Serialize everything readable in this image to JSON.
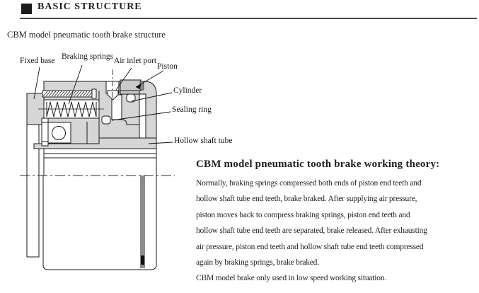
{
  "header": {
    "title": "BASIC STRUCTURE"
  },
  "subtitle": "CBM model pneumatic tooth brake structure",
  "diagram": {
    "labels": {
      "fixed_base": "Fixed base",
      "braking_springs": "Braking springs",
      "air_inlet_port": "Air inlet port",
      "piston": "Piston",
      "cylinder": "Cylinder",
      "sealing_ring": "Sealing ring",
      "hollow_shaft_tube": "Hollow shaft tube"
    },
    "colors": {
      "body_gray": "#d6d6d6",
      "dark_gray": "#8c8c8c",
      "outline": "#1a1a1a"
    }
  },
  "theory": {
    "heading": "CBM model pneumatic tooth brake working theory:",
    "lines": [
      "Normally, braking springs compressed both ends of piston end teeth and",
      "hollow shaft tube end teeth, brake braked. After supplying air pressure,",
      "piston moves back to compress braking springs, piston end teeth and",
      "hollow shaft tube end teeth are separated, brake released. After exhausting",
      "air pressure, piston end teeth and hollow shaft tube end teeth compressed",
      "again by braking springs, brake braked."
    ],
    "note": "CBM model brake only used in low speed working situation."
  }
}
